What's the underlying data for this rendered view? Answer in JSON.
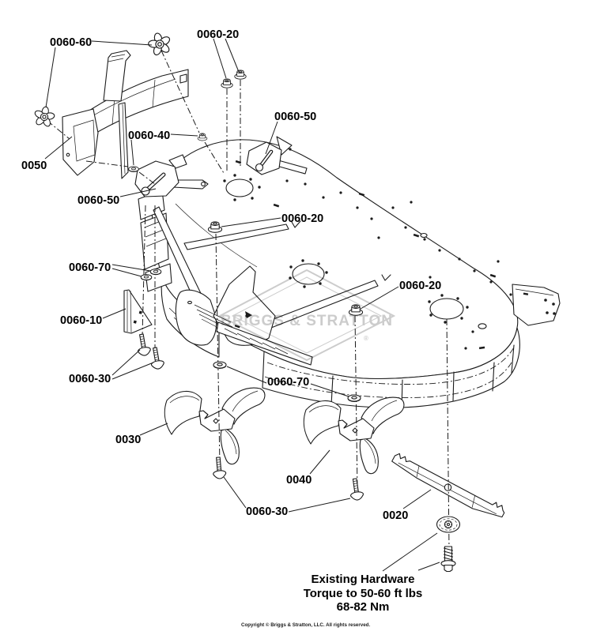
{
  "diagram": {
    "watermark": {
      "text": "BRIGGS & STRATTON",
      "registered_mark": "®"
    },
    "part_labels": [
      {
        "id": "0060-60",
        "text": "0060-60"
      },
      {
        "id": "0060-20-top",
        "text": "0060-20"
      },
      {
        "id": "0060-50-right",
        "text": "0060-50"
      },
      {
        "id": "0060-40",
        "text": "0060-40"
      },
      {
        "id": "0050",
        "text": "0050"
      },
      {
        "id": "0060-50-left",
        "text": "0060-50"
      },
      {
        "id": "0060-20-middle",
        "text": "0060-20"
      },
      {
        "id": "0060-70-left",
        "text": "0060-70"
      },
      {
        "id": "0060-20-right",
        "text": "0060-20"
      },
      {
        "id": "0060-10",
        "text": "0060-10"
      },
      {
        "id": "0060-30-left",
        "text": "0060-30"
      },
      {
        "id": "0060-70-bottom",
        "text": "0060-70"
      },
      {
        "id": "0030",
        "text": "0030"
      },
      {
        "id": "0040",
        "text": "0040"
      },
      {
        "id": "0060-30-bottom",
        "text": "0060-30"
      },
      {
        "id": "0020",
        "text": "0020"
      }
    ],
    "torque_note": {
      "line1": "Existing Hardware",
      "line2": "Torque to 50-60 ft lbs",
      "line3": "68-82 Nm"
    },
    "footer": {
      "copyright": "Copyright © Briggs & Stratton, LLC. All rights reserved."
    },
    "colors": {
      "line": "#1b1b1b",
      "watermark": "#cccccc",
      "background": "#ffffff"
    }
  }
}
